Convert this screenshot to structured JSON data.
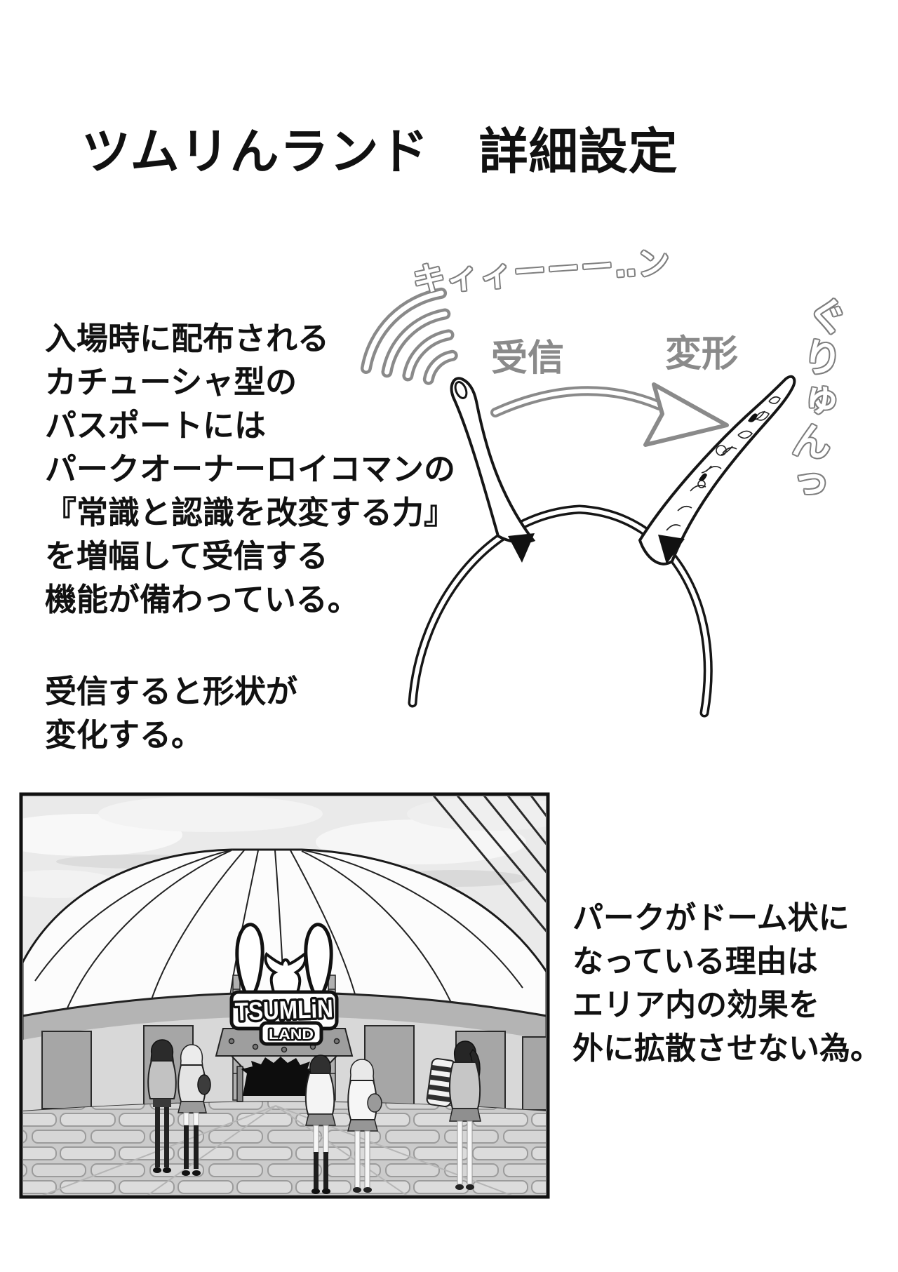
{
  "page_title": "ツムリんランド　詳細設定",
  "intro": {
    "lines": [
      "入場時に配布される",
      "カチューシャ型の",
      "パスポートには",
      "パークオーナーロイコマンの",
      "『常識と認識を改変する力』",
      "を増幅して受信する",
      "機能が備わっている。"
    ]
  },
  "reception_note": {
    "lines": [
      "受信すると形状が",
      "変化する。"
    ]
  },
  "headband_diagram": {
    "sfx_receive": "キィィーーー‥ン",
    "receive_label": "受信",
    "transform_label": "変形",
    "sfx_transform": "ぐりゅんっ",
    "icons": {
      "wifi": "wifi-waves",
      "arrow": "curved-right-arrow"
    }
  },
  "park_panel": {
    "logo_top": "TSUMLiN",
    "logo_bottom": "LAND"
  },
  "dome_note": {
    "lines": [
      "パークがドーム状に",
      "なっている理由は",
      "エリア内の効果を",
      "外に拡散させない為。"
    ]
  },
  "colors": {
    "ink": "#161616",
    "label_gray": "#8a8a8a",
    "sfx_outline": "#7e7e7e"
  }
}
